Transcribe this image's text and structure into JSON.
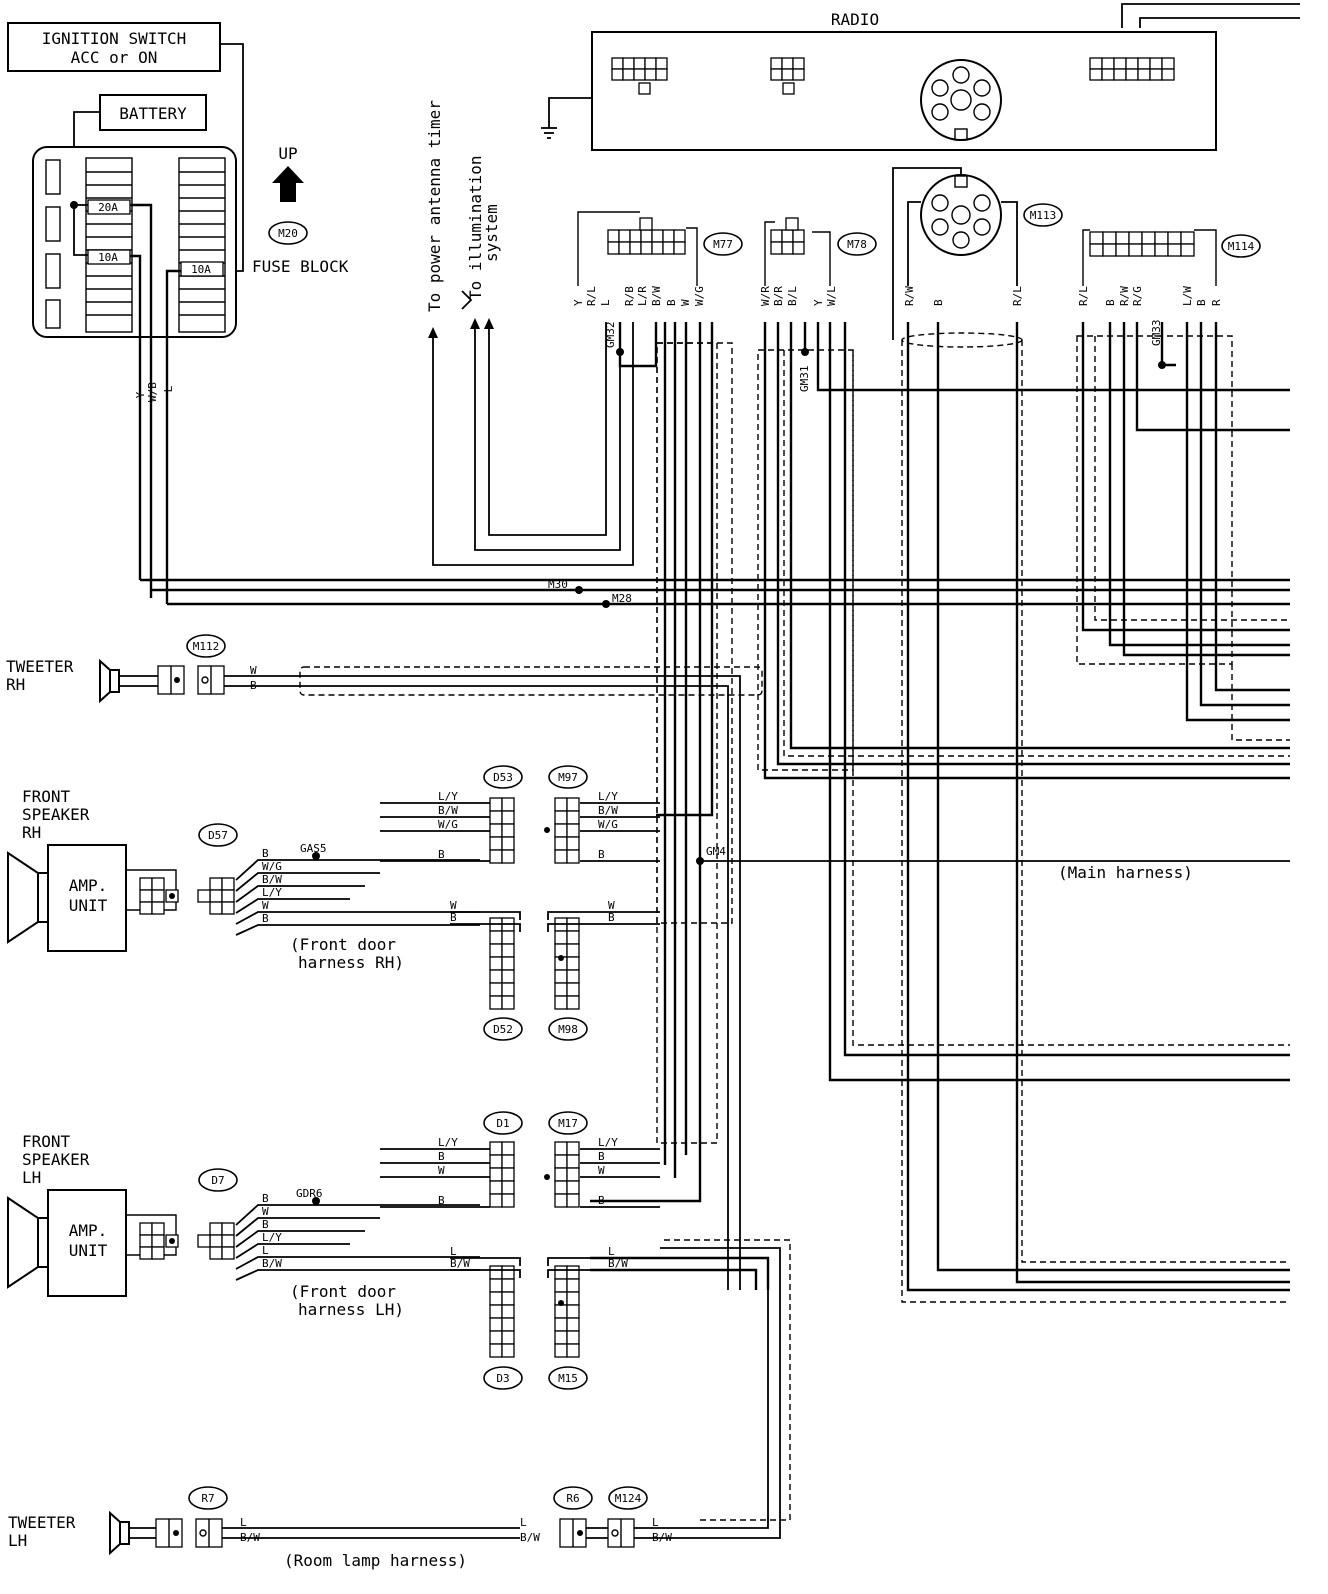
{
  "title": "RADIO",
  "ignition": {
    "line1": "IGNITION SWITCH",
    "line2": "ACC or ON"
  },
  "battery": "BATTERY",
  "fuse_block": {
    "label": "FUSE BLOCK",
    "connector": "M20",
    "fuse_20a": "20A",
    "fuse_10a_left": "10A",
    "fuse_10a_right": "10A"
  },
  "up_label": "UP",
  "side_notes": {
    "antenna": "To power antenna timer",
    "illum_1": "To illumination",
    "illum_2": "system"
  },
  "radio_connectors": {
    "M77": {
      "id": "M77",
      "wires": [
        "Y",
        "R/L",
        "L",
        "R/B",
        "L/R",
        "B/W",
        "B",
        "W",
        "W/G"
      ]
    },
    "M78": {
      "id": "M78",
      "wires": [
        "W/R",
        "B/R",
        "B/L",
        "Y",
        "W/L"
      ]
    },
    "M113": {
      "id": "M113",
      "wires": [
        "R/W",
        "B",
        "R/L"
      ]
    },
    "M114": {
      "id": "M114",
      "wires": [
        "R/L",
        "B",
        "R/W",
        "R/G",
        "L/W",
        "B",
        "R"
      ]
    }
  },
  "ground_points": {
    "gm32": "GM32",
    "gm31": "GM31",
    "gm33": "GM33",
    "gm4": "GM4",
    "gas5": "GAS5",
    "gdr6": "GDR6"
  },
  "junctions": {
    "m30": "M30",
    "m28": "M28"
  },
  "power_wires": [
    "Y",
    "W/B",
    "L"
  ],
  "tweeter_rh": {
    "line1": "TWEETER",
    "line2": "RH",
    "connector": "M112",
    "wires": [
      "W",
      "B"
    ]
  },
  "front_rh": {
    "line1": "FRONT",
    "line2": "SPEAKER",
    "line3": "RH",
    "amp1": "AMP.",
    "amp2": "UNIT",
    "d57": "D57",
    "d53": "D53",
    "m97": "M97",
    "d52": "D52",
    "m98": "M98",
    "amp_wires": [
      "B",
      "W/G",
      "B/W",
      "L/Y",
      "W",
      "B"
    ],
    "mid_wires": [
      "L/Y",
      "B/W",
      "W/G",
      "B"
    ],
    "low_wires": [
      "W",
      "B"
    ],
    "harness1": "(Front door",
    "harness2": "harness RH)"
  },
  "front_lh": {
    "line1": "FRONT",
    "line2": "SPEAKER",
    "line3": "LH",
    "amp1": "AMP.",
    "amp2": "UNIT",
    "d7": "D7",
    "d1": "D1",
    "m17": "M17",
    "d3": "D3",
    "m15": "M15",
    "amp_wires": [
      "B",
      "W",
      "B",
      "L/Y",
      "L",
      "B/W"
    ],
    "mid_wires": [
      "L/Y",
      "B",
      "W",
      "B"
    ],
    "low_wires": [
      "L",
      "B/W"
    ],
    "harness1": "(Front door",
    "harness2": "harness LH)"
  },
  "tweeter_lh": {
    "line1": "TWEETER",
    "line2": "LH",
    "r7": "R7",
    "r6": "R6",
    "m124": "M124",
    "wires": [
      "L",
      "B/W"
    ],
    "harness": "(Room lamp harness)"
  },
  "main_harness": "(Main harness)"
}
